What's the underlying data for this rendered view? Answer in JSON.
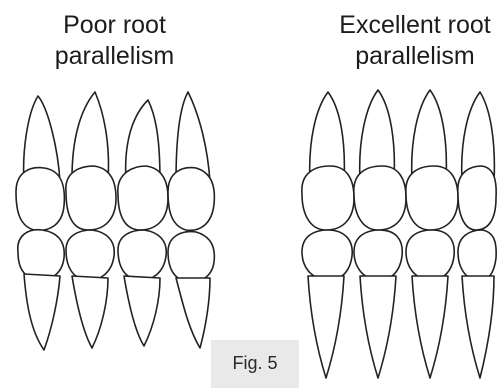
{
  "captions": {
    "left_line1": "Poor root",
    "left_line2": "parallelism",
    "right_line1": "Excellent root",
    "right_line2": "parallelism"
  },
  "figure_label": "Fig. 5",
  "colors": {
    "outline": "#222222",
    "label_box": "#e9e9e9"
  }
}
